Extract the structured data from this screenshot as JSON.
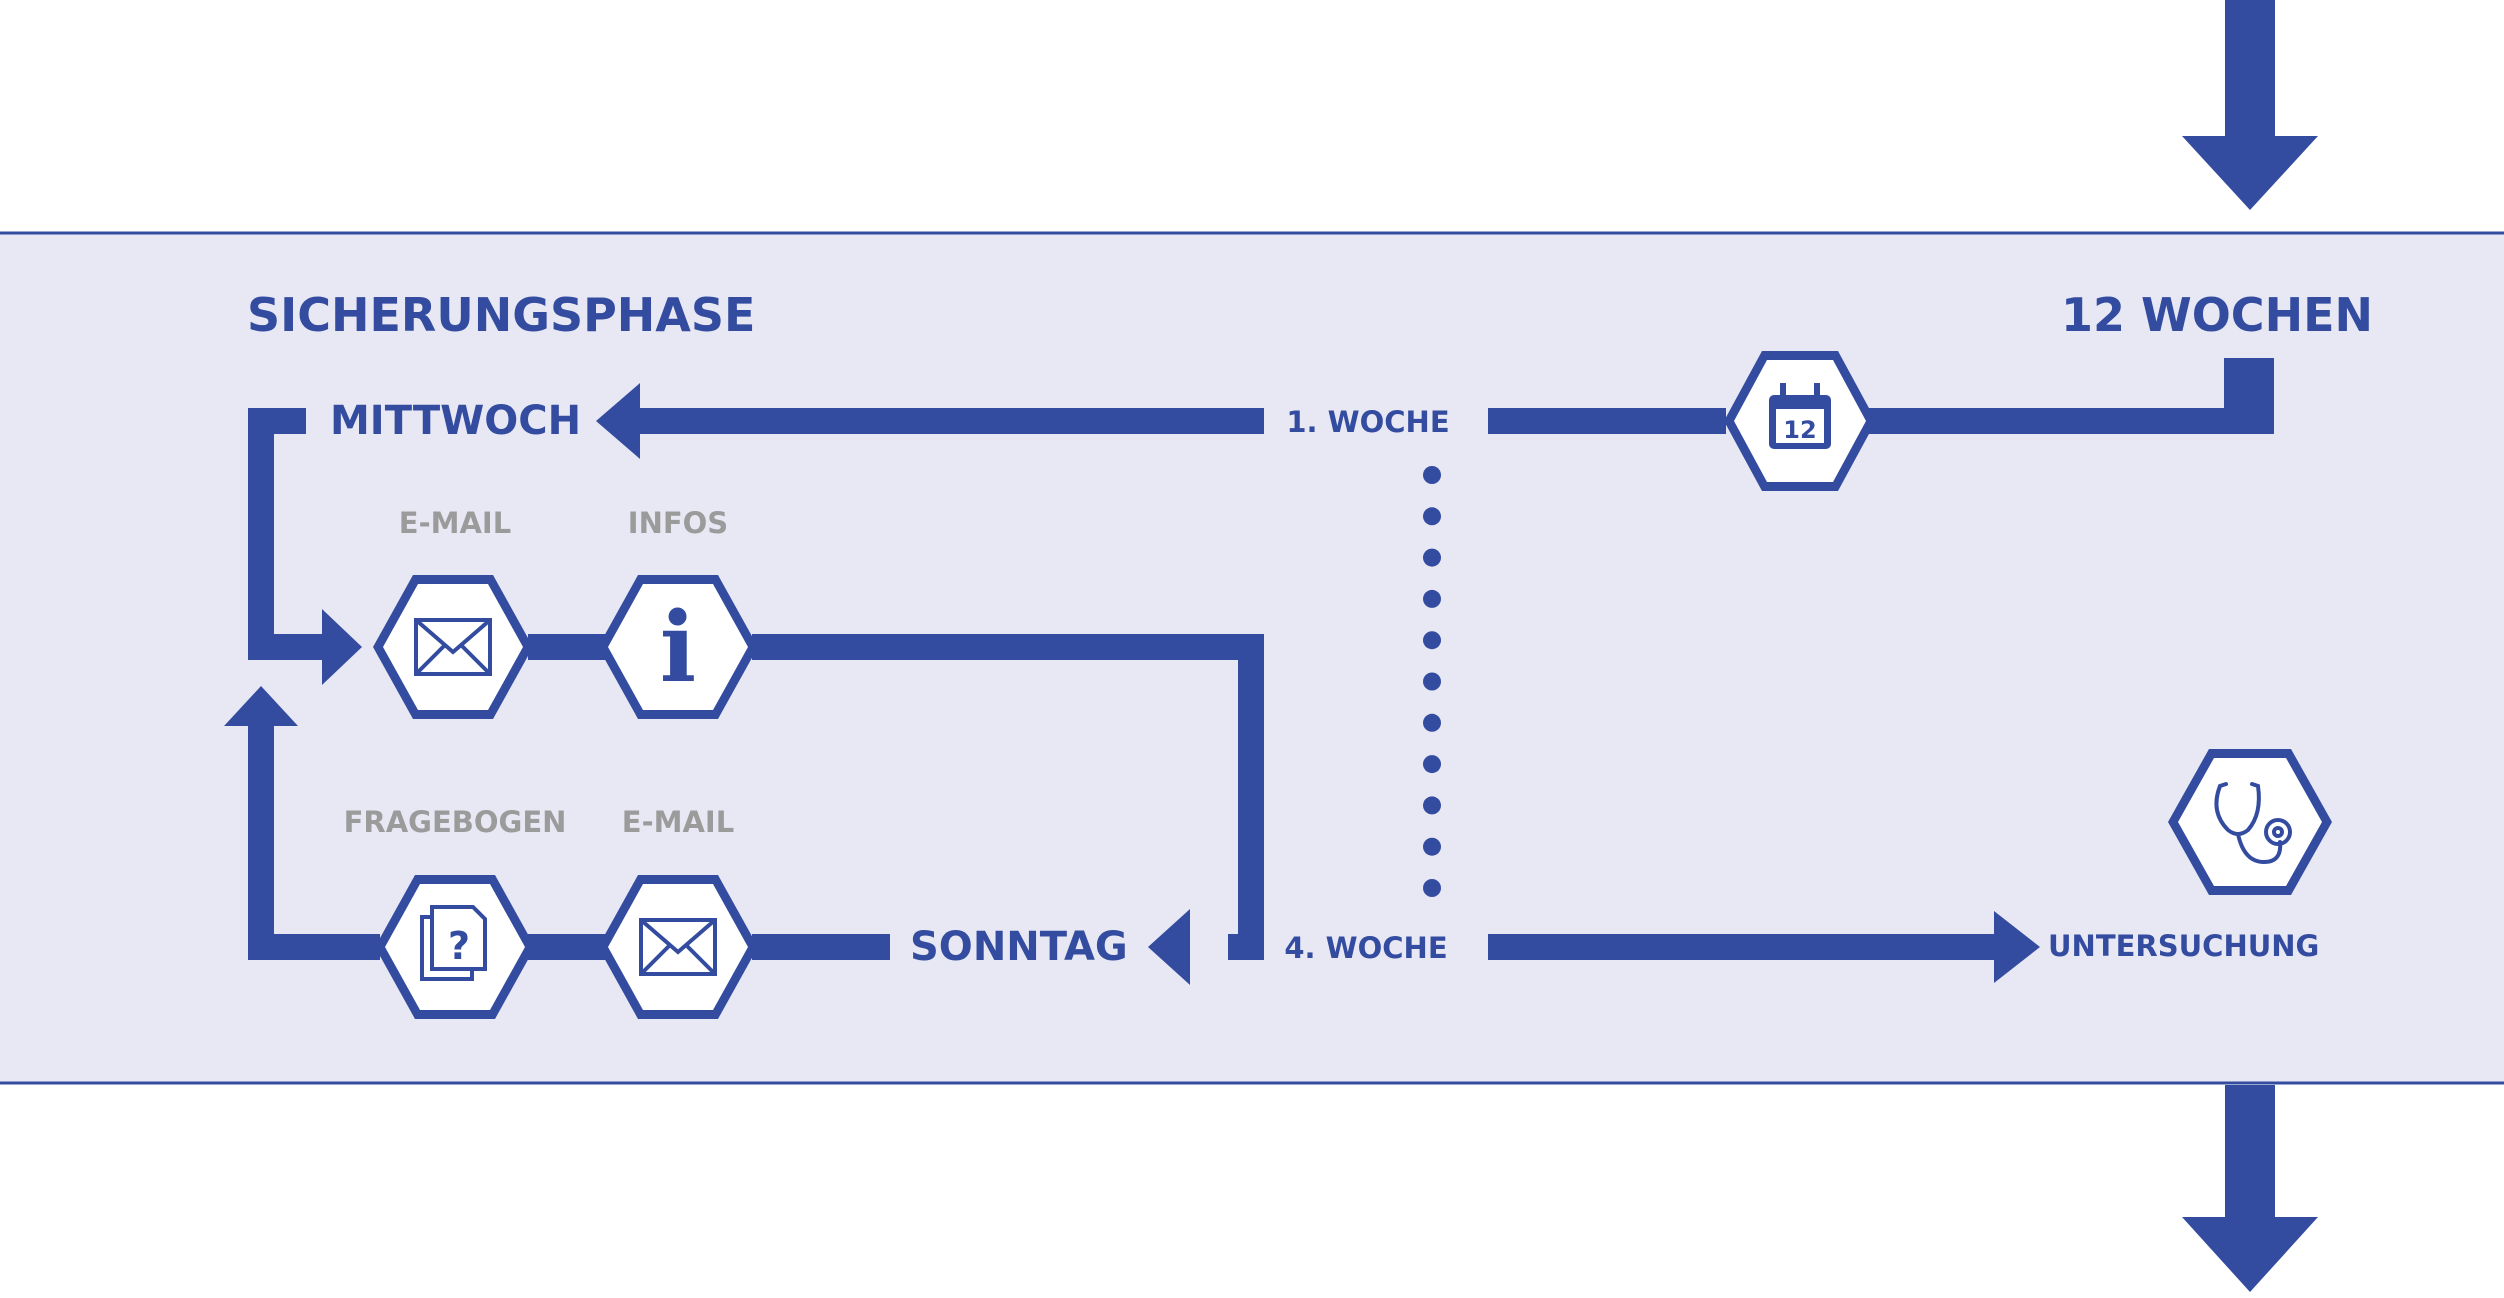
{
  "labels": {
    "phase": "SICHERUNGSPHASE",
    "duration": "12 WOCHEN",
    "wednesday": "MITTWOCH",
    "week1": "1. WOCHE",
    "week4": "4. WOCHE",
    "sunday": "SONNTAG",
    "email_top": "E-MAIL",
    "infos": "INFOS",
    "questionnaire": "FRAGEBOGEN",
    "email_bottom": "E-MAIL",
    "examination": "UNTERSUCHUNG",
    "calendar_number": "12",
    "info_glyph": "i",
    "question_glyph": "?"
  },
  "colors": {
    "primary": "#334ca0",
    "band": "#e8e8f4",
    "gray_label": "#9b9b9b",
    "white": "#ffffff"
  },
  "icons": {
    "calendar": "calendar-icon",
    "email": "envelope-icon",
    "info": "info-icon",
    "questionnaire": "document-question-icon",
    "examination": "stethoscope-icon"
  }
}
